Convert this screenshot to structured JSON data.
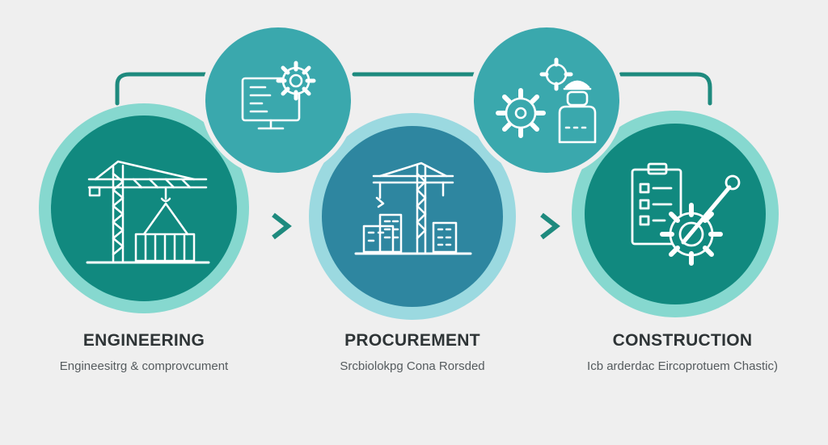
{
  "colors": {
    "background": "#efefef",
    "teal_dark": "#11897f",
    "teal_mid": "#3aa8ad",
    "teal_blue": "#2e86a0",
    "ring_light": "#86d8cf",
    "ring_blue": "#9bd9e0",
    "connector": "#1e8a7e",
    "icon_stroke": "#ffffff"
  },
  "stages": [
    {
      "title": "ENGINEERING",
      "description": "Engineesitrg & comprovcument",
      "icon": "tower-crane-container-icon"
    },
    {
      "title": "PROCUREMENT",
      "description": "Srcbiolokpg Cona Rorsded",
      "icon": "crane-buildings-icon"
    },
    {
      "title": "CONSTRUCTION",
      "description": "Icb arderdac Eircoprotuem Chastic)",
      "icon": "clipboard-gear-wrench-icon"
    }
  ],
  "top_icons": [
    {
      "icon": "monitor-gear-icon"
    },
    {
      "icon": "gears-worker-icon"
    }
  ],
  "connectors": [
    {
      "icon": "chevron-right-icon"
    },
    {
      "icon": "chevron-right-icon"
    }
  ]
}
